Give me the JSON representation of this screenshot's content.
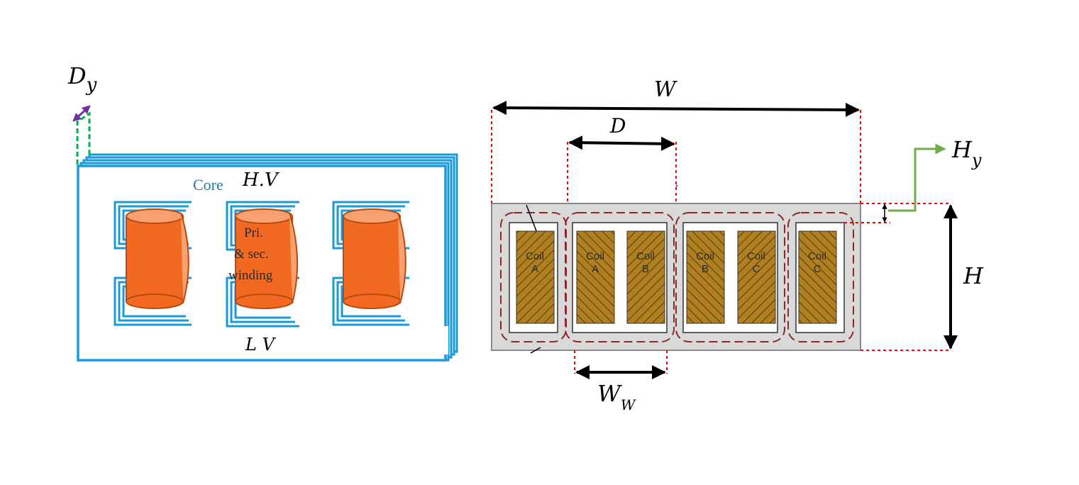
{
  "left_diagram": {
    "core_label": "Core",
    "hv_label": "H.V",
    "lv_label": "L V",
    "winding_label": [
      "Pri.",
      "& sec.",
      "winding"
    ],
    "dim_depth": "D",
    "dim_depth_sub": "y"
  },
  "right_diagram": {
    "dim_width": "W",
    "dim_pitch": "D",
    "dim_height": "H",
    "dim_window_width": "W",
    "dim_window_width_sub": "W",
    "dim_yoke_height": "H",
    "dim_yoke_height_sub": "y",
    "coils": [
      {
        "line1": "Coil",
        "line2": "A"
      },
      {
        "line1": "Coil",
        "line2": "A"
      },
      {
        "line1": "Coil",
        "line2": "B"
      },
      {
        "line1": "Coil",
        "line2": "B"
      },
      {
        "line1": "Coil",
        "line2": "C"
      },
      {
        "line1": "Coil",
        "line2": "C"
      }
    ]
  },
  "colors": {
    "core_blue": "#1a9ad6",
    "winding_orange": "#f26a22",
    "coil_brown": "#b08020",
    "core_grey": "#d9d9d9",
    "dim_red": "#ff0000",
    "yoke_green": "#70ad47",
    "depth_purple": "#7030a0",
    "depth_green": "#00b050",
    "flux_path": "#8b2a2a"
  }
}
